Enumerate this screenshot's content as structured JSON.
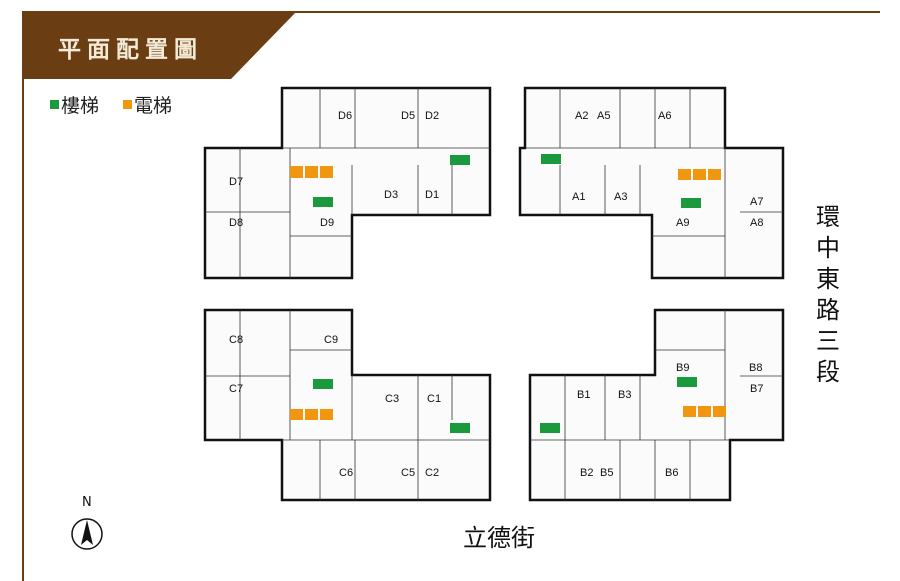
{
  "header": {
    "title": "平面配置圖"
  },
  "legend": [
    {
      "label": "樓梯",
      "color": "#1a9a3c"
    },
    {
      "label": "電梯",
      "color": "#f0960f"
    }
  ],
  "colors": {
    "brand": "#6b3d12",
    "stair": "#1a9a3c",
    "elevator": "#f0960f"
  },
  "blocks": {
    "D": [
      "D6",
      "D5",
      "D2",
      "D7",
      "D3",
      "D1",
      "D8",
      "D9"
    ],
    "A": [
      "A2",
      "A5",
      "A6",
      "A1",
      "A3",
      "A7",
      "A9",
      "A8"
    ],
    "C": [
      "C8",
      "C9",
      "C3",
      "C1",
      "C7",
      "C6",
      "C5",
      "C2"
    ],
    "B": [
      "B9",
      "B8",
      "B1",
      "B3",
      "B7",
      "B2",
      "B5",
      "B6"
    ]
  },
  "roads": {
    "east": "環中東路三段",
    "south": "立德街"
  },
  "compass": {
    "label": "N",
    "icon": "north-arrow-icon"
  }
}
